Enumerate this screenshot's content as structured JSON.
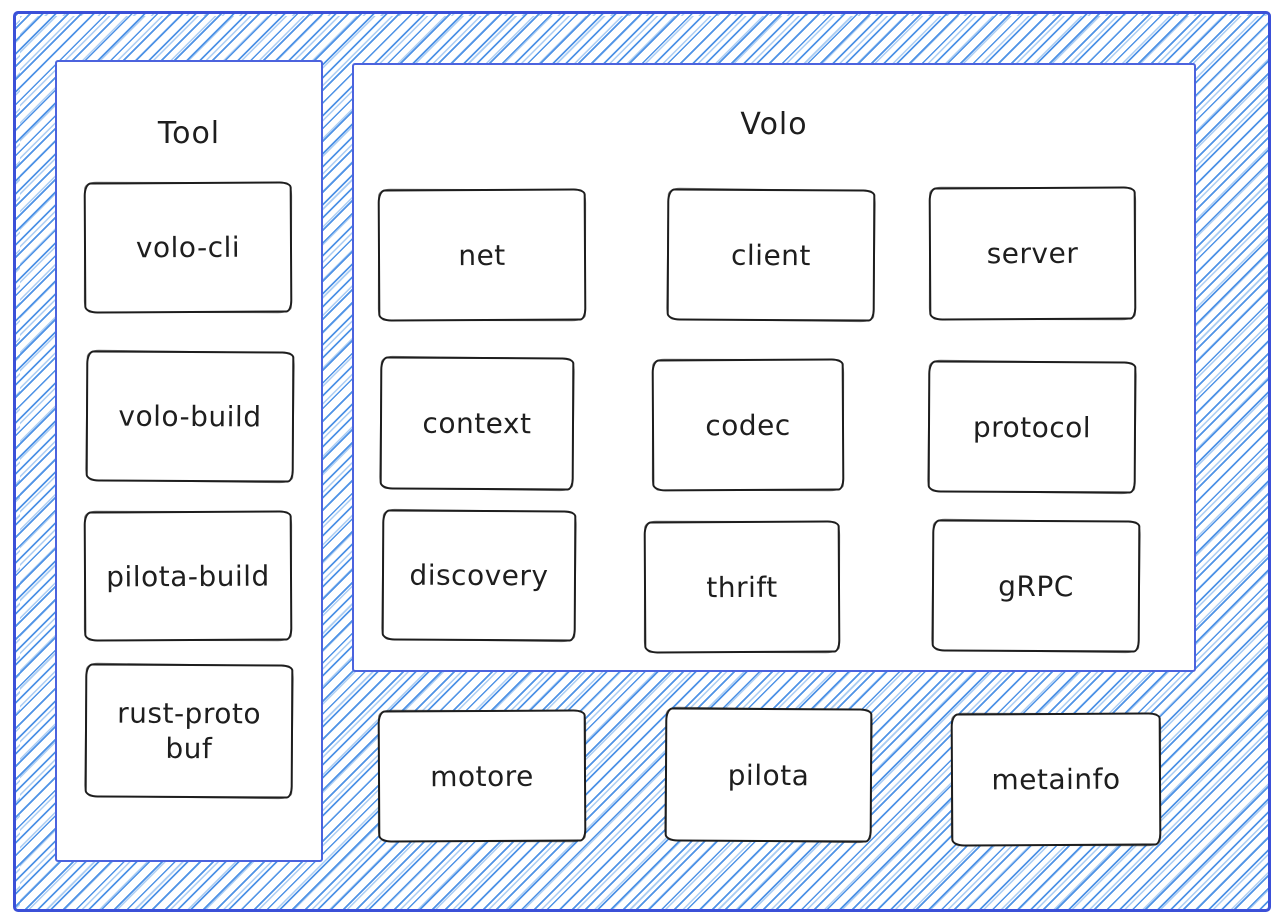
{
  "colors": {
    "frame_border": "#3b50d8",
    "panel_border": "#4c63de",
    "box_border": "#1e1e1e",
    "text": "#1e1e1e",
    "hatch_line": "#4f93e6",
    "hatch_line_light": "#a9ccf3",
    "panel_bg": "#ffffff"
  },
  "tool_panel": {
    "title": "Tool",
    "boxes": [
      {
        "label": "volo-cli"
      },
      {
        "label": "volo-build"
      },
      {
        "label": "pilota-build"
      },
      {
        "label": "rust-protobuf"
      }
    ]
  },
  "volo_panel": {
    "title": "Volo",
    "boxes": [
      {
        "label": "net"
      },
      {
        "label": "client"
      },
      {
        "label": "server"
      },
      {
        "label": "context"
      },
      {
        "label": "codec"
      },
      {
        "label": "protocol"
      },
      {
        "label": "discovery"
      },
      {
        "label": "thrift"
      },
      {
        "label": "gRPC"
      }
    ]
  },
  "bottom_boxes": [
    {
      "label": "motore"
    },
    {
      "label": "pilota"
    },
    {
      "label": "metainfo"
    }
  ]
}
